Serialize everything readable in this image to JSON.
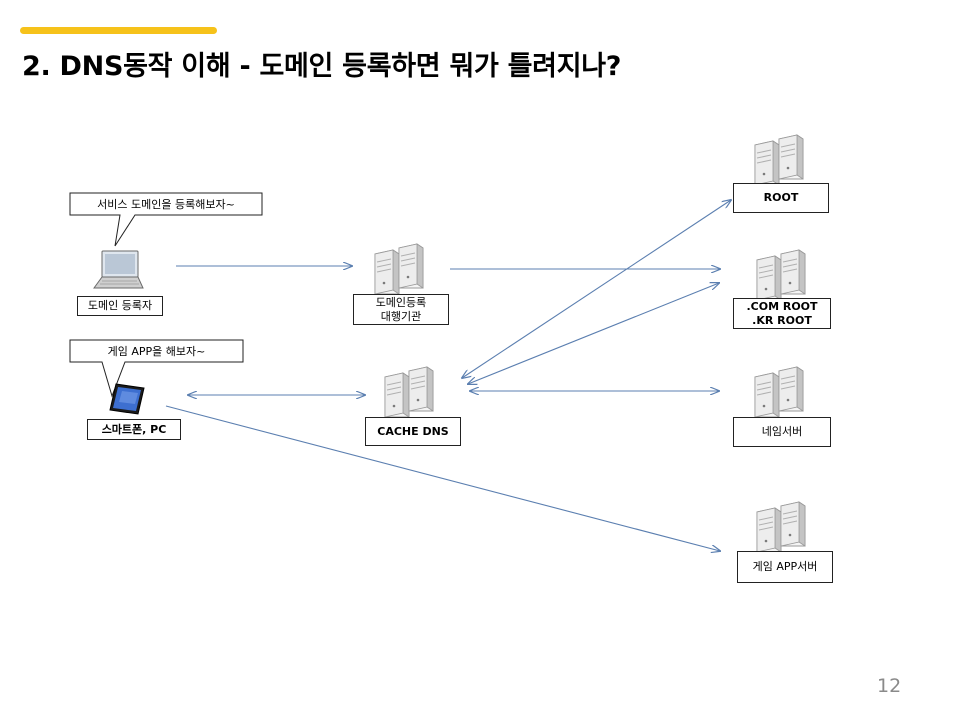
{
  "slide": {
    "title": "2. DNS동작 이해 - 도메인 등록하면 뭐가 틀려지나?",
    "page_number": "12",
    "accent_color": "#F6C21A"
  },
  "callouts": {
    "register": "서비스 도메인을 등록해보자~",
    "game": "게임 APP을 해보자~"
  },
  "nodes": {
    "registrant": "도메인 등록자",
    "smartphone": "스마트폰, PC",
    "registrar_line1": "도메인등록",
    "registrar_line2": "대행기관",
    "cache_dns": "CACHE DNS",
    "root": "ROOT",
    "tld_line1": ".COM ROOT",
    "tld_line2": ".KR ROOT",
    "nameserver": "네임서버",
    "game_server": "게임 APP서버"
  },
  "colors": {
    "arrow": "#5b7fb0",
    "server_light": "#f2f2f2",
    "server_shade": "#b8b8b8",
    "screen": "#3d6fd0"
  },
  "icons": {
    "laptop": "laptop-icon",
    "phone": "smartphone-icon",
    "server": "server-rack-icon"
  }
}
